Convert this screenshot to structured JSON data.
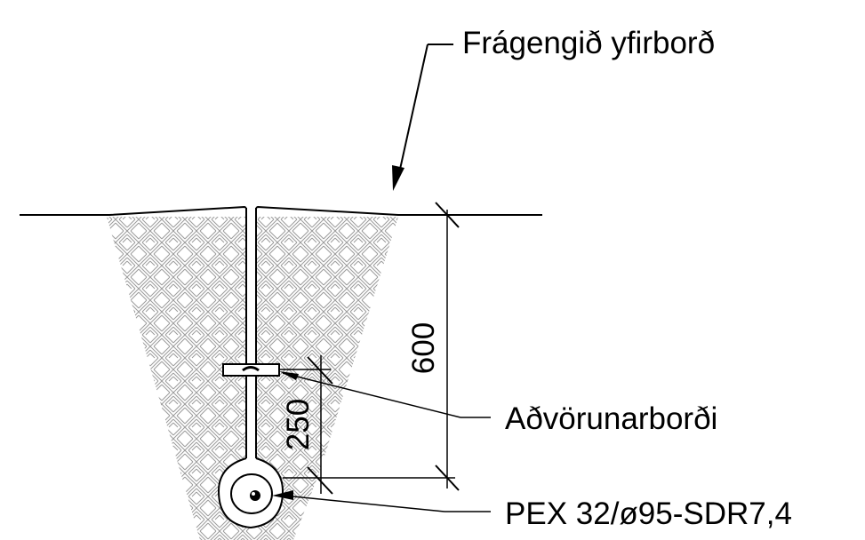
{
  "labels": {
    "surface": "Frágengið yfirborð",
    "warning_tape": "Aðvörunarborði",
    "pipe": "PEX 32/ø95-SDR7,4"
  },
  "dimensions": {
    "total_depth": "600",
    "tape_depth": "250"
  },
  "colors": {
    "line": "#000000",
    "hatch": "#9a9a9a",
    "background": "#ffffff"
  }
}
